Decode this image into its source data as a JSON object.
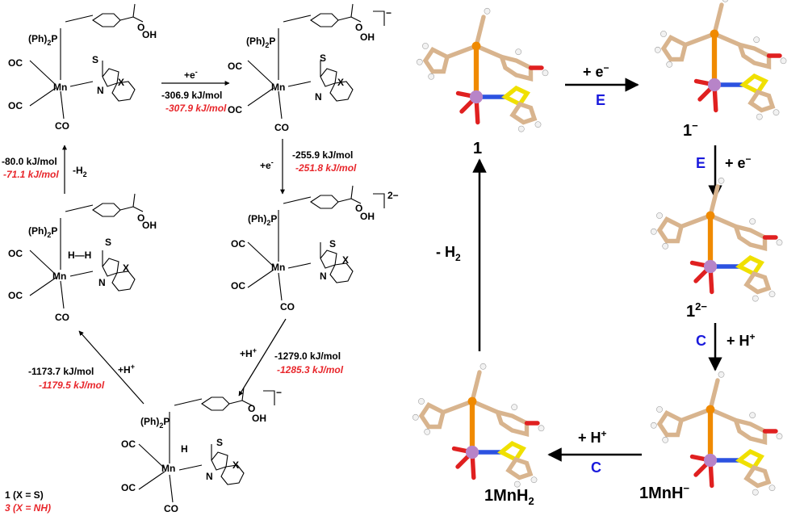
{
  "colors": {
    "energy_black": "#000000",
    "energy_red": "#e8262b",
    "step_blue": "#1a1adc",
    "carbon": "#d8b48e",
    "phosphorus": "#f08a00",
    "manganese": "#b784c8",
    "sulfur": "#f0e000",
    "nitrogen": "#2c52e0",
    "oxygen": "#e02020",
    "hydrogen": "#f2f2f2"
  },
  "scheme": {
    "species_A": {
      "ph2p": "(Ph)",
      "sub2": "2",
      "p": "P",
      "oh": "OH",
      "oc1": "OC",
      "oc2": "OC",
      "co": "CO",
      "mn": "Mn",
      "s": "S",
      "n": "N",
      "x": "X",
      "o": "O"
    },
    "species_B": {
      "charge": "−",
      "ph2p": "(Ph)",
      "sub2": "2",
      "p": "P",
      "oh": "OH",
      "oc1": "OC",
      "oc2": "OC",
      "co": "CO",
      "mn": "Mn",
      "s": "S",
      "n": "N",
      "x": "X",
      "o": "O"
    },
    "species_C": {
      "charge": "2−",
      "ph2p": "(Ph)",
      "sub2": "2",
      "p": "P",
      "oh": "OH",
      "oc1": "OC",
      "oc2": "OC",
      "co": "CO",
      "mn": "Mn",
      "s": "S",
      "n": "N",
      "x": "X",
      "o": "O"
    },
    "species_D": {
      "charge": "−",
      "ph2p": "(Ph)",
      "sub2": "2",
      "p": "P",
      "oh": "OH",
      "oc1": "OC",
      "oc2": "OC",
      "co": "CO",
      "mn": "Mn",
      "h": "H",
      "s": "S",
      "n": "N",
      "x": "X",
      "o": "O"
    },
    "species_E": {
      "ph2p": "(Ph)",
      "sub2": "2",
      "p": "P",
      "oh": "OH",
      "oc1": "OC",
      "oc2": "OC",
      "co": "CO",
      "mn": "Mn",
      "hh": "H—H",
      "s": "S",
      "n": "N",
      "x": "X",
      "o": "O"
    },
    "step1": {
      "reagent": "+e",
      "sup": "-",
      "energy_black": "-306.9 kJ/mol",
      "energy_red": "-307.9 kJ/mol"
    },
    "step2": {
      "reagent": "+e",
      "sup": "-",
      "energy_black": "-255.9 kJ/mol",
      "energy_red": "-251.8 kJ/mol"
    },
    "step3": {
      "reagent": "+H",
      "sup": "+",
      "energy_black": "-1279.0 kJ/mol",
      "energy_red": "-1285.3 kJ/mol"
    },
    "step4": {
      "reagent": "+H",
      "sup": "+",
      "energy_black": "-1173.7 kJ/mol",
      "energy_red": "-1179.5 kJ/mol"
    },
    "step5": {
      "reagent": "-H",
      "sub": "2",
      "energy_black": "-80.0 kJ/mol",
      "energy_red": "-71.1 kJ/mol"
    },
    "legend": {
      "line1": "1 (X = S)",
      "line2": "3 (X = NH)"
    }
  },
  "cycle": {
    "labels": {
      "s1": "1",
      "s1m": "1",
      "s1m_sup": "−",
      "s12m": "1",
      "s12m_sup": "2−",
      "s1mnhm": "1MnH",
      "s1mnhm_sup": "−",
      "s1mnh2": "1MnH",
      "s1mnh2_sub": "2"
    },
    "arrow_top": {
      "reagent": "+ e",
      "sup": "−",
      "step": "E"
    },
    "arrow_right1": {
      "reagent": "+ e",
      "sup": "−",
      "step": "E"
    },
    "arrow_right2": {
      "reagent": "+ H",
      "sup": "+",
      "step": "C"
    },
    "arrow_bottom": {
      "reagent": "+ H",
      "sup": "+",
      "step": "C"
    },
    "arrow_left": {
      "reagent": "- H",
      "sub": "2"
    }
  }
}
